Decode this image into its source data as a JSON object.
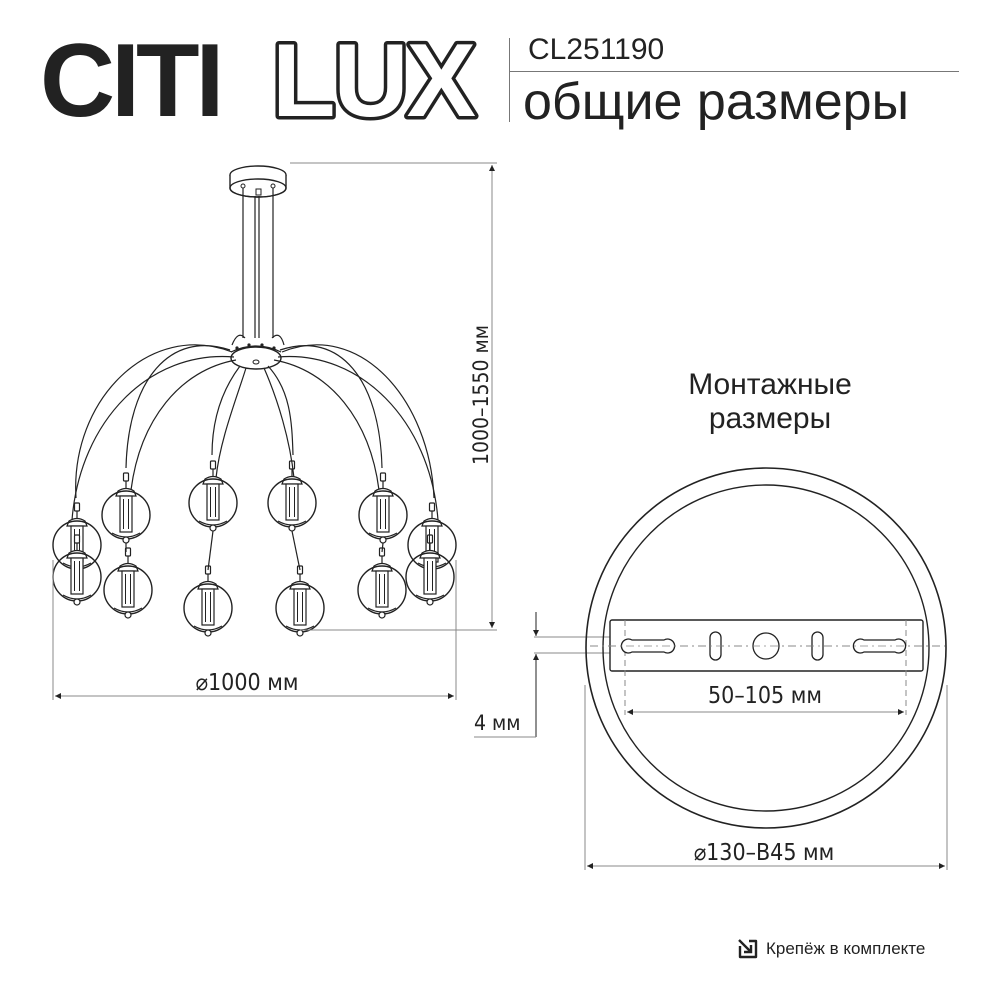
{
  "header": {
    "brand": "CITILUX",
    "brand_solid": "CITI",
    "brand_outline": "LUX",
    "model": "CL251190",
    "subtitle": "общие размеры"
  },
  "chandelier": {
    "height_dim": "1000–1550 мм",
    "diameter_dim": "⌀1000 мм",
    "pendant_count": 12,
    "arm_count": 8
  },
  "mounting": {
    "title_line1": "Монтажные",
    "title_line2": "размеры",
    "thickness_dim": "4 мм",
    "hole_spacing_dim": "50–105 мм",
    "canopy_diameter_dim": "⌀130–В45 мм"
  },
  "footer": {
    "icon": "arrow-into-box-icon",
    "text": "Крепёж в комплекте"
  },
  "colors": {
    "ink": "#222222",
    "dim_line": "#888888",
    "background": "#ffffff"
  }
}
